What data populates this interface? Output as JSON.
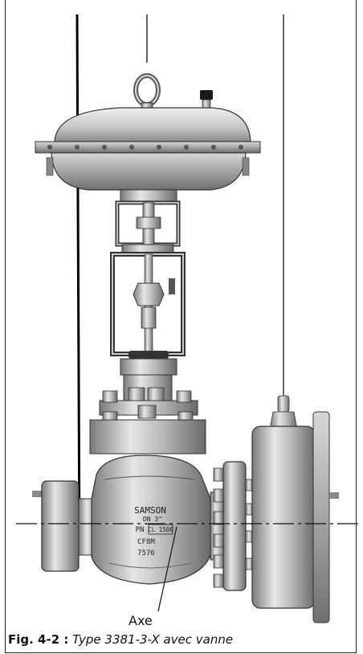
{
  "figure": {
    "label": "Fig. 4-2 :",
    "caption": "Type 3381-3-X avec vanne",
    "annotation": "Axe"
  },
  "body_markings": {
    "brand": "SAMSON",
    "dn": "DN 3\"",
    "pn": "PN",
    "class": "CL 1500",
    "material": "CF8M",
    "code": "7576"
  },
  "colors": {
    "metal_dark": "#6e6e6e",
    "metal_mid": "#a9a9a9",
    "metal_light": "#e2e2e2",
    "line": "#111111"
  }
}
